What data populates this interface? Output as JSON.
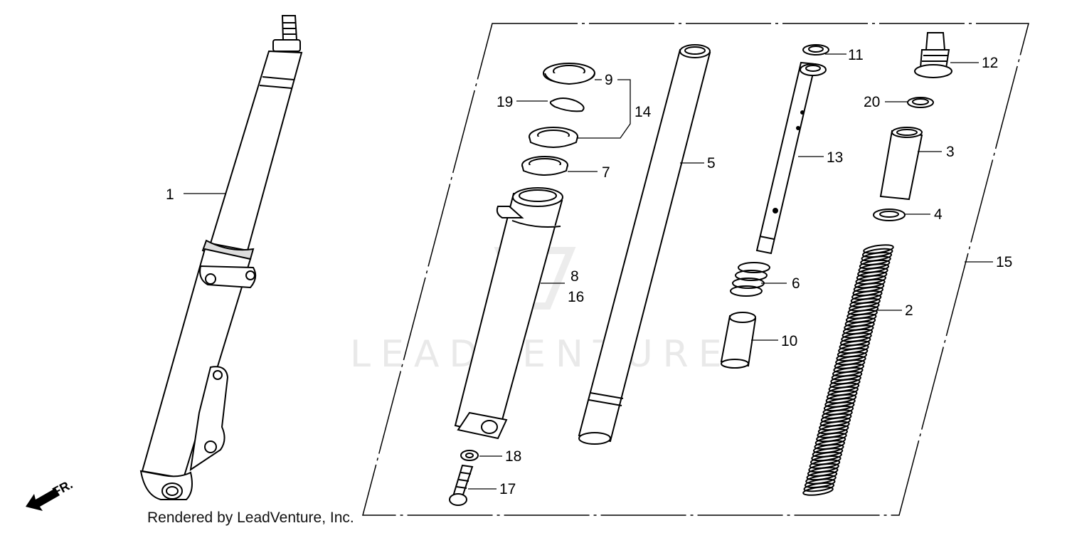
{
  "watermark": "LEADVENTURE",
  "footer": "Rendered by LeadVenture, Inc.",
  "direction_label": "FR.",
  "callouts": {
    "c1": "1",
    "c2": "2",
    "c3": "3",
    "c4": "4",
    "c5": "5",
    "c6": "6",
    "c7": "7",
    "c8": "8",
    "c9": "9",
    "c10": "10",
    "c11": "11",
    "c12": "12",
    "c13": "13",
    "c14": "14",
    "c15": "15",
    "c16": "16",
    "c17": "17",
    "c18": "18",
    "c19": "19",
    "c20": "20"
  }
}
